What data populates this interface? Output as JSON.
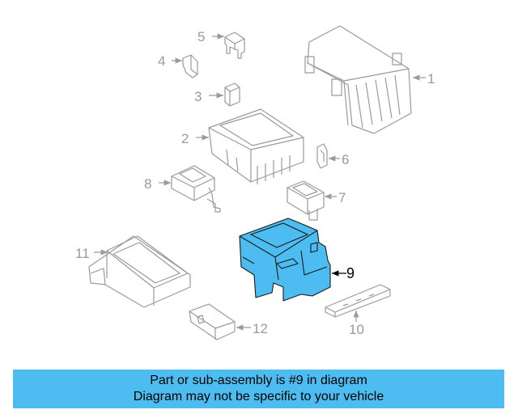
{
  "highlight_color": "#4dbcf0",
  "callouts": {
    "c1": "1",
    "c2": "2",
    "c3": "3",
    "c4": "4",
    "c5": "5",
    "c6": "6",
    "c7": "7",
    "c8": "8",
    "c9": "9",
    "c10": "10",
    "c11": "11",
    "c12": "12"
  },
  "banner": {
    "line1": "Part or sub-assembly is #9 in diagram",
    "line2": "Diagram may not be specific to your vehicle"
  }
}
